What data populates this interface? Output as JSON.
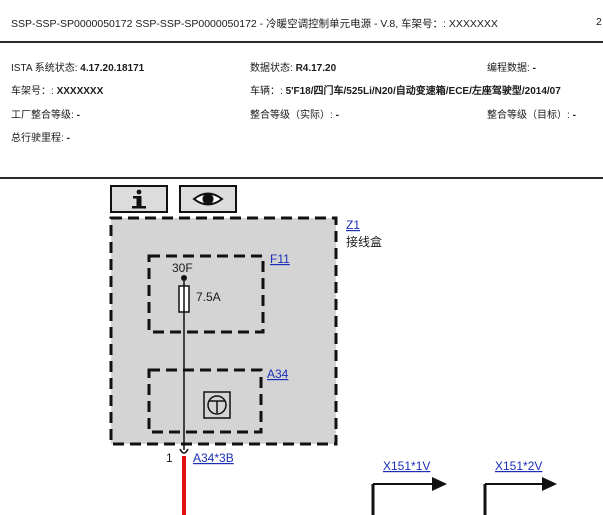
{
  "header": {
    "title": "SSP-SSP-SP0000050172 SSP-SSP-SP0000050172 - 冷暖空调控制单元电源 - V.8, 车架号：: XXXXXXX",
    "page_number": "2"
  },
  "info": {
    "ista_label": "ISTA 系统状态: ",
    "ista_value": "4.17.20.18171",
    "data_status_label": "数据状态: ",
    "data_status_value": "R4.17.20",
    "programming_label": "编程数据: ",
    "programming_value": "-",
    "vin_label": "车架号：: ",
    "vin_value": "XXXXXXX",
    "vehicle_label": "车辆：: ",
    "vehicle_value": "5'F18/四门车/525Li/N20/自动变速箱/ECE/左座驾驶型/2014/07",
    "factory_level_label": "工厂整合等级: ",
    "factory_level_value": "-",
    "actual_level_label": "整合等级（实际）: ",
    "actual_level_value": "-",
    "target_level_label": "整合等级（目标）: ",
    "target_level_value": "-",
    "mileage_label": "总行驶里程: ",
    "mileage_value": "-"
  },
  "toolbar": {
    "info_icon": "info-icon",
    "view_icon": "eye-icon"
  },
  "diagram": {
    "junction_box_link": "Z1",
    "junction_box_name": "接线盒",
    "fuse_link": "F11",
    "fuse_terminal": "30F",
    "fuse_rating": "7.5A",
    "relay_link": "A34",
    "pin_number": "1",
    "connector_link": "A34*3B",
    "connector_a_link": "X151*1V",
    "connector_b_link": "X151*2V",
    "wire_color": "#e01010",
    "box_fill": "#d4d4d4"
  }
}
